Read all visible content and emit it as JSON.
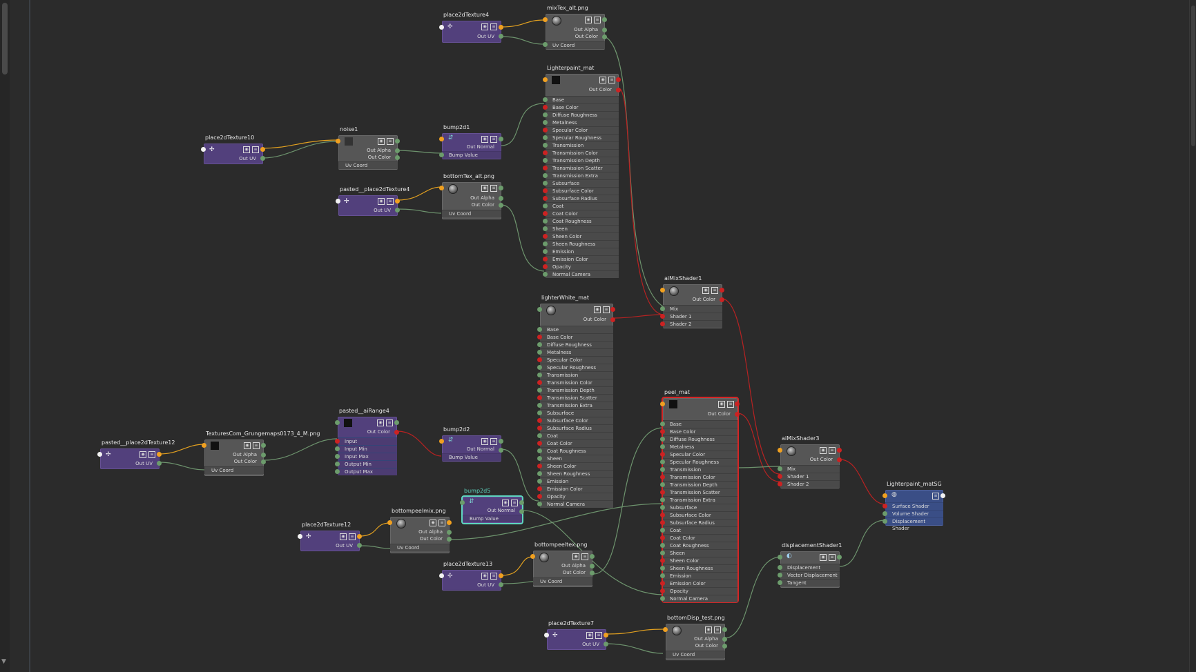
{
  "nodes": {
    "place2dTexture4": {
      "title": "place2dTexture4",
      "out": "Out UV"
    },
    "mixTex": {
      "title": "mixTex_alt.png",
      "rows": [
        "Out Alpha",
        "Out Color"
      ],
      "in": "Uv Coord"
    },
    "place2dTexture10": {
      "title": "place2dTexture10",
      "out": "Out UV"
    },
    "noise1": {
      "title": "noise1",
      "rows": [
        "Out Alpha",
        "Out Color"
      ],
      "in": "Uv Coord"
    },
    "bump2d1": {
      "title": "bump2d1",
      "out": "Out Normal",
      "in": "Bump Value"
    },
    "pastedPlace4": {
      "title": "pasted__place2dTexture4",
      "out": "Out UV"
    },
    "bottomTex": {
      "title": "bottomTex_alt.png",
      "rows": [
        "Out Alpha",
        "Out Color"
      ],
      "in": "Uv Coord"
    },
    "lighterpaint": {
      "title": "Lighterpaint_mat",
      "out": "Out Color",
      "attrs": [
        "Base",
        "Base Color",
        "Diffuse Roughness",
        "Metalness",
        "Specular Color",
        "Specular Roughness",
        "Transmission",
        "Transmission Color",
        "Transmission Depth",
        "Transmission Scatter",
        "Transmission Extra Roughness",
        "Subsurface",
        "Subsurface Color",
        "Subsurface Radius",
        "Coat",
        "Coat Color",
        "Coat Roughness",
        "Sheen",
        "Sheen Color",
        "Sheen Roughness",
        "Emission",
        "Emission Color",
        "Opacity",
        "Normal Camera"
      ]
    },
    "lighterWhite": {
      "title": "lighterWhite_mat",
      "out": "Out Color",
      "attrs": [
        "Base",
        "Base Color",
        "Diffuse Roughness",
        "Metalness",
        "Specular Color",
        "Specular Roughness",
        "Transmission",
        "Transmission Color",
        "Transmission Depth",
        "Transmission Scatter",
        "Transmission Extra Roughness",
        "Subsurface",
        "Subsurface Color",
        "Subsurface Radius",
        "Coat",
        "Coat Color",
        "Coat Roughness",
        "Sheen",
        "Sheen Color",
        "Sheen Roughness",
        "Emission",
        "Emission Color",
        "Opacity",
        "Normal Camera"
      ]
    },
    "aiMix1": {
      "title": "aiMixShader1",
      "out": "Out Color",
      "attrs": [
        "Mix",
        "Shader 1",
        "Shader 2"
      ]
    },
    "peel": {
      "title": "peel_mat",
      "out": "Out Color",
      "attrs": [
        "Base",
        "Base Color",
        "Diffuse Roughness",
        "Metalness",
        "Specular Color",
        "Specular Roughness",
        "Transmission",
        "Transmission Color",
        "Transmission Depth",
        "Transmission Scatter",
        "Transmission Extra Roughness",
        "Subsurface",
        "Subsurface Color",
        "Subsurface Radius",
        "Coat",
        "Coat Color",
        "Coat Roughness",
        "Sheen",
        "Sheen Color",
        "Sheen Roughness",
        "Emission",
        "Emission Color",
        "Opacity",
        "Normal Camera"
      ]
    },
    "aiMix3": {
      "title": "aiMixShader3",
      "out": "Out Color",
      "attrs": [
        "Mix",
        "Shader 1",
        "Shader 2"
      ]
    },
    "matSG": {
      "title": "Lighterpaint_matSG",
      "attrs": [
        "Surface Shader",
        "Volume Shader",
        "Displacement Shader"
      ]
    },
    "pastedPlace12": {
      "title": "pasted__place2dTexture12",
      "out": "Out UV"
    },
    "grunge": {
      "title": "TexturesCom_Grungemaps0173_4_M.png",
      "rows": [
        "Out Alpha",
        "Out Color"
      ],
      "in": "Uv Coord"
    },
    "aiRange4": {
      "title": "pasted__aiRange4",
      "out": "Out Color",
      "attrs": [
        "Input",
        "Input Min",
        "Input Max",
        "Output Min",
        "Output Max"
      ]
    },
    "bump2d2": {
      "title": "bump2d2",
      "out": "Out Normal",
      "in": "Bump Value"
    },
    "bump2d5": {
      "title": "bump2d5",
      "out": "Out Normal",
      "in": "Bump Value"
    },
    "place2dTexture12": {
      "title": "place2dTexture12",
      "out": "Out UV"
    },
    "bottompeelmix": {
      "title": "bottompeelmix.png",
      "rows": [
        "Out Alpha",
        "Out Color"
      ],
      "in": "Uv Coord"
    },
    "place2dTexture13": {
      "title": "place2dTexture13",
      "out": "Out UV"
    },
    "bottompeeltex": {
      "title": "bottompeeltex.png",
      "rows": [
        "Out Alpha",
        "Out Color"
      ],
      "in": "Uv Coord"
    },
    "dispShader1": {
      "title": "displacementShader1",
      "attrs": [
        "Displacement",
        "Vector Displacement",
        "Tangent"
      ]
    },
    "place2dTexture7": {
      "title": "place2dTexture7",
      "out": "Out UV"
    },
    "bottomDisp": {
      "title": "bottomDisp_test.png",
      "rows": [
        "Out Alpha",
        "Out Color"
      ],
      "in": "Uv Coord"
    }
  },
  "colors": {
    "place2d": "#52407c",
    "file": "#565656",
    "sg": "#3a4e86",
    "wire_green": "#6d936d",
    "wire_red": "#b82222",
    "wire_orange": "#e3a120"
  }
}
